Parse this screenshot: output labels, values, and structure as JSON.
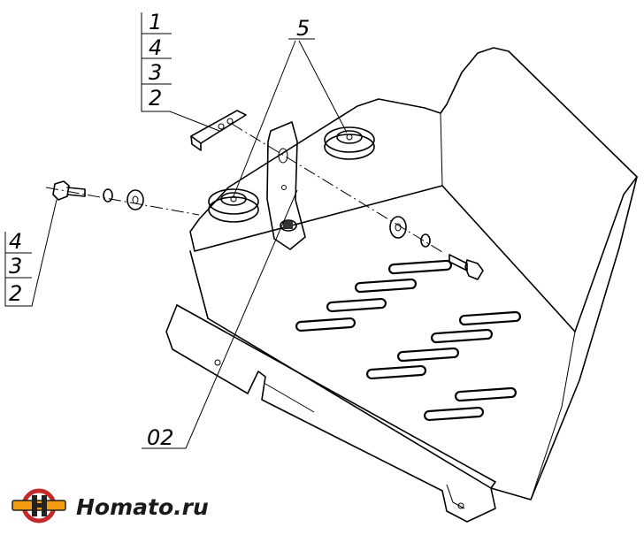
{
  "callouts": {
    "top_left": [
      "1",
      "4",
      "3",
      "2"
    ],
    "left": [
      "4",
      "3",
      "2"
    ],
    "nut_part": "5",
    "plate_part": "02"
  },
  "logo": {
    "text": "Homato.ru",
    "colors": {
      "ring": "#c62828",
      "bar": "#f39c12",
      "dark": "#222222"
    }
  }
}
